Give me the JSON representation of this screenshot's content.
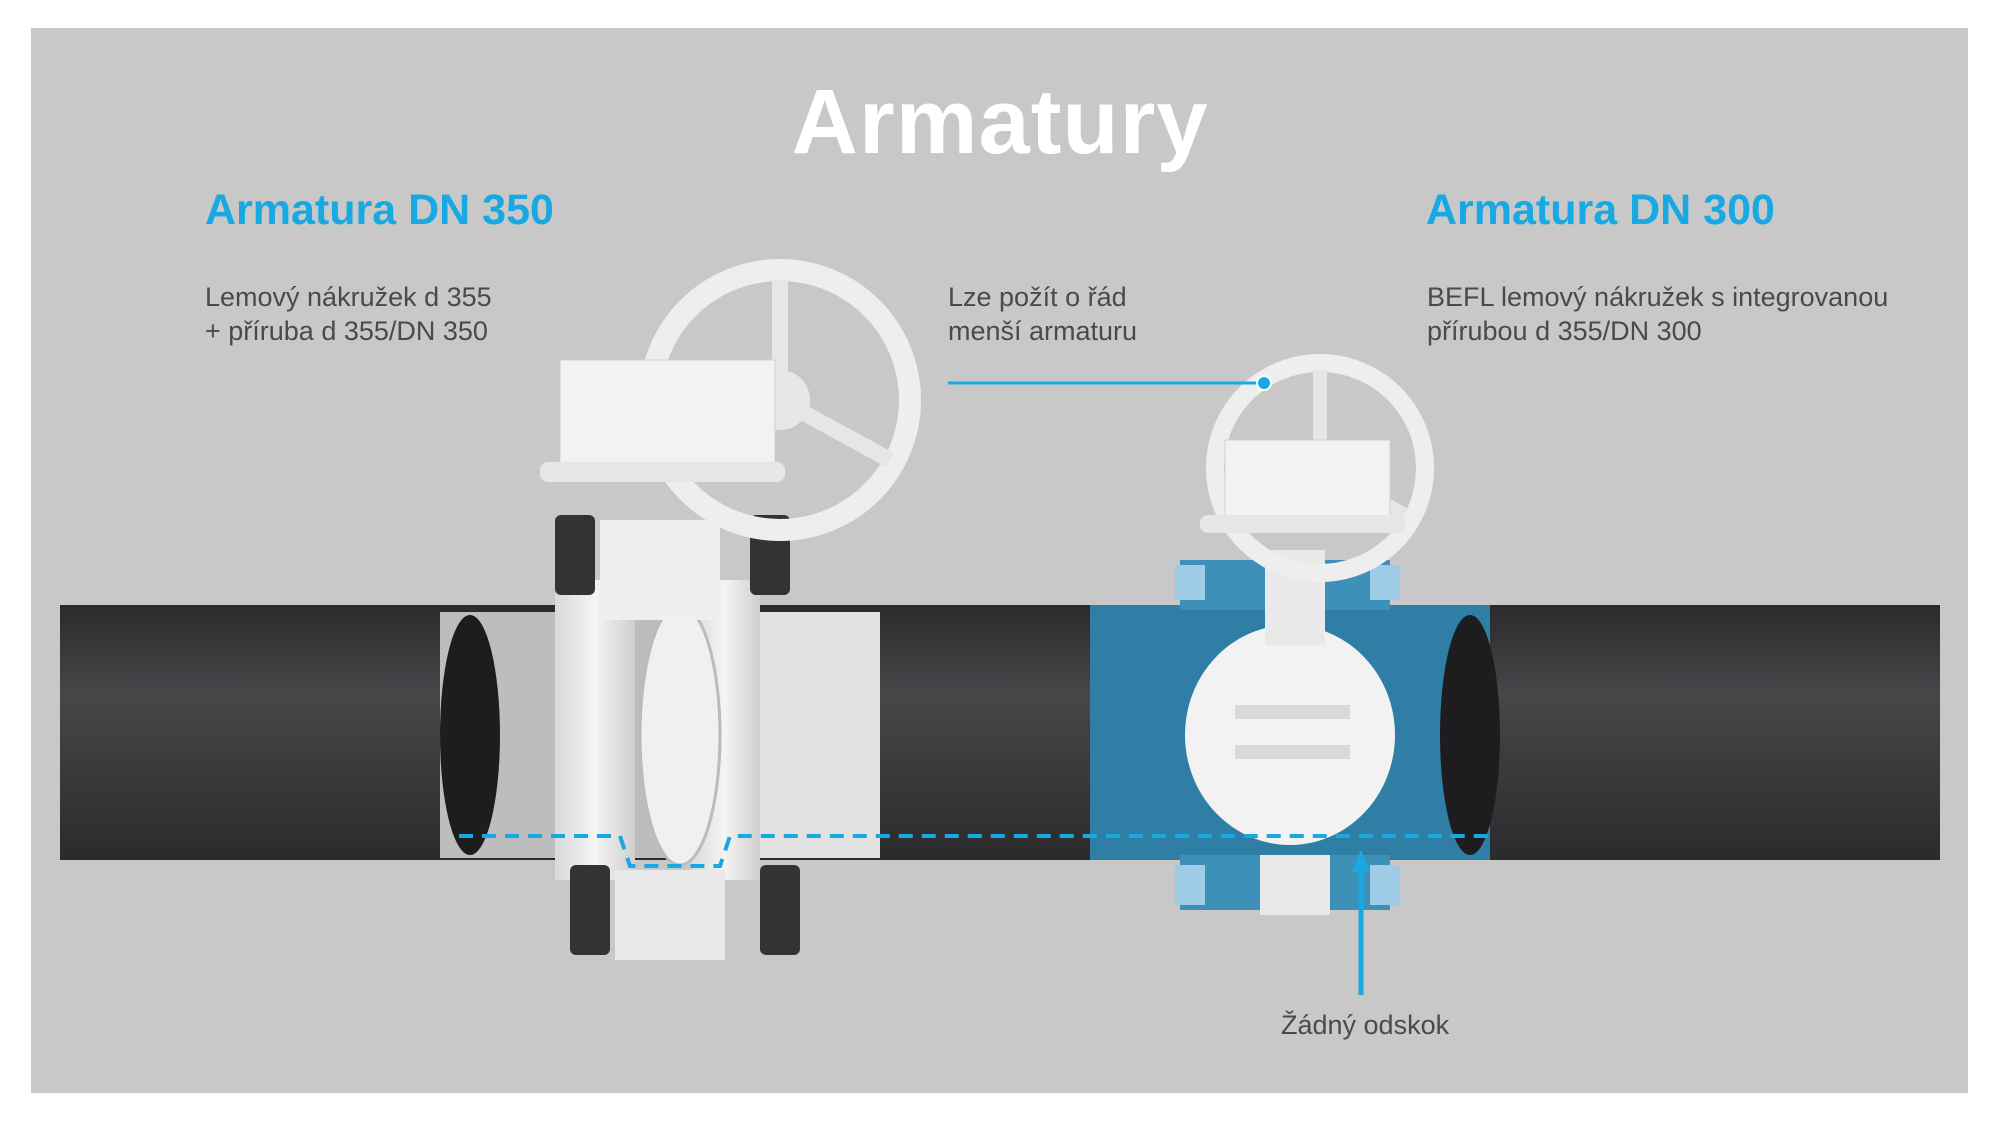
{
  "title": "Armatury",
  "left": {
    "heading": "Armatura DN 350",
    "lines": [
      "Lemový nákružek d 355",
      "+ příruba d 355/DN 350"
    ]
  },
  "middle": {
    "lines": [
      "Lze požít o řád",
      "menší armaturu"
    ]
  },
  "right": {
    "heading": "Armatura DN 300",
    "lines": [
      "BEFL lemový nákružek s integrovanou",
      "přírubou d 355/DN 300"
    ]
  },
  "bottom_note": "Žádný odskok",
  "colors": {
    "accent": "#19a9e2",
    "background": "#c8c8c8",
    "pipe": "#3b3b3d",
    "fitting_blue": "#2e7fa6"
  }
}
